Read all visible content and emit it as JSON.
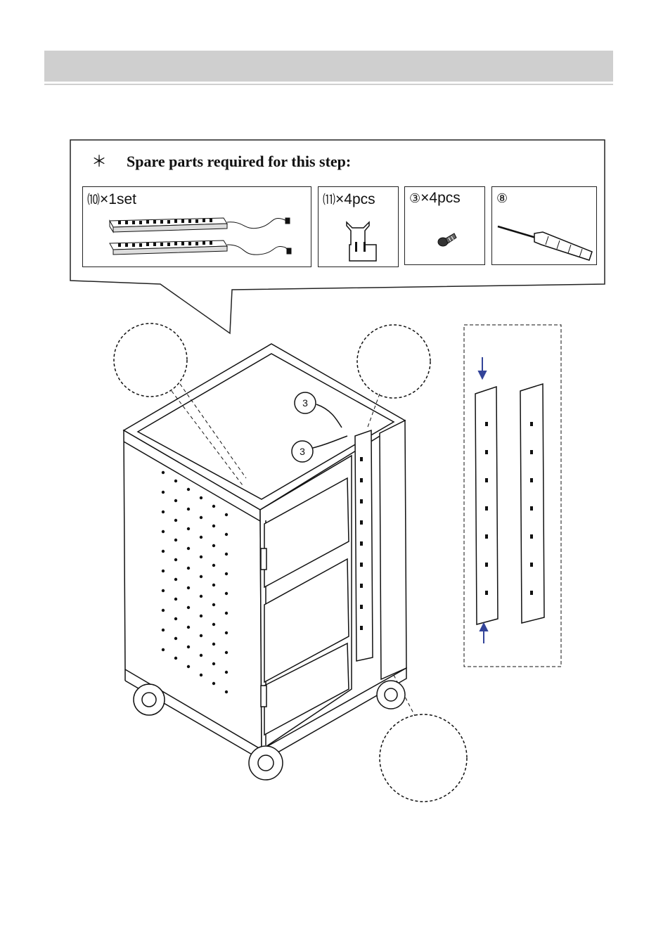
{
  "header": {
    "title": ""
  },
  "spare_parts": {
    "heading": "Spare parts required for this step:",
    "bullet": "＊",
    "items": [
      {
        "index": "⑽",
        "qty": "×1set",
        "icon": "power-strip-icon"
      },
      {
        "index": "⑾",
        "qty": "×4pcs",
        "icon": "bracket-icon"
      },
      {
        "index": "③",
        "qty": "×4pcs",
        "icon": "screw-icon"
      },
      {
        "index": "⑧",
        "qty": "",
        "icon": "screwdriver-icon"
      }
    ]
  },
  "callouts": [
    {
      "label": "3"
    },
    {
      "label": "3"
    }
  ]
}
